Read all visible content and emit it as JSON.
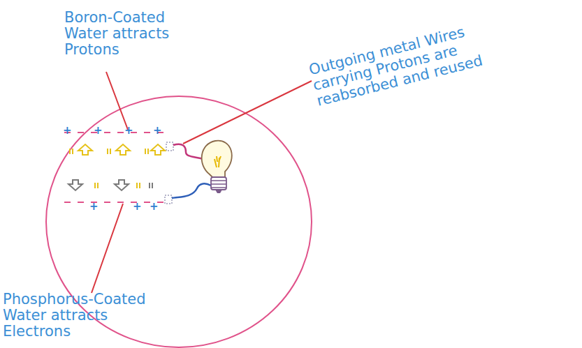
{
  "diagram": {
    "labels": [
      "Boron-Coated Water attracts Protons",
      "Outgoing metal Wires carrying Protons are reabsorbed and reused",
      "Phosphorus-Coated Water attracts Electrons",
      "+",
      "+",
      "+",
      "+",
      "+",
      "+",
      "+"
    ]
  }
}
